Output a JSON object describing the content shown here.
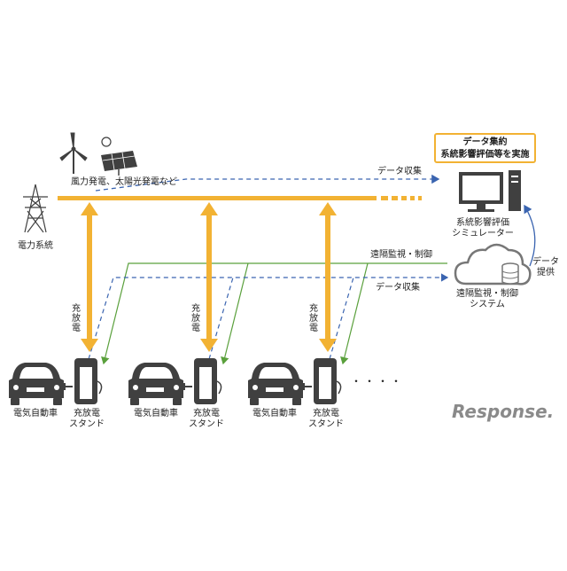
{
  "grid_label": "電力系統",
  "renewables_label": "風力発電、太陽光発電など",
  "data_collect_top": "データ収集",
  "data_collect_mid": "データ収集",
  "remote_control_label": "遠隔監視・制御",
  "callout": {
    "line1": "データ集約",
    "line2": "系統影響評価等を実施"
  },
  "simulator": {
    "line1": "系統影響評価",
    "line2": "シミュレーター"
  },
  "data_provide": {
    "line1": "データ",
    "line2": "提供"
  },
  "remote_system": {
    "line1": "遠隔監視・制御",
    "line2": "システム"
  },
  "charge_discharge_vertical": "充放電",
  "units": [
    {
      "ev_label": "電気自動車",
      "stand_line1": "充放電",
      "stand_line2": "スタンド"
    },
    {
      "ev_label": "電気自動車",
      "stand_line1": "充放電",
      "stand_line2": "スタンド"
    },
    {
      "ev_label": "電気自動車",
      "stand_line1": "充放電",
      "stand_line2": "スタンド"
    }
  ],
  "ellipsis": "・・・・",
  "logo": "Response.",
  "colors": {
    "power": "#f2b233",
    "data_dash": "#3a64b0",
    "control": "#5aa03c",
    "icon": "#404040",
    "cloud": "#777777"
  }
}
